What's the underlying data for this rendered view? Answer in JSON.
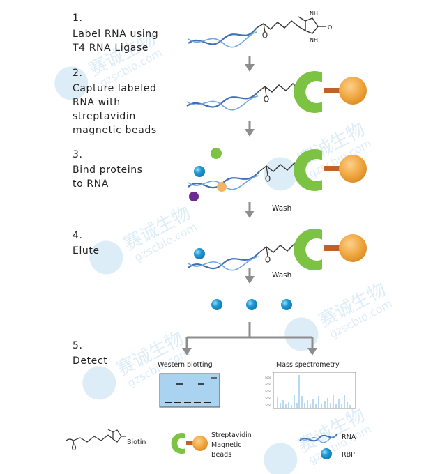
{
  "watermark": {
    "brand": "赛诚生物",
    "url": "gzscbio.com"
  },
  "steps": [
    {
      "number": "1.",
      "lines": [
        "Label RNA using",
        "T4 RNA Ligase"
      ]
    },
    {
      "number": "2.",
      "lines": [
        "Capture labeled",
        "RNA with",
        "streptavidin",
        "magnetic beads"
      ]
    },
    {
      "number": "3.",
      "lines": [
        "Bind proteins",
        "to RNA"
      ]
    },
    {
      "number": "4.",
      "lines": [
        "Elute"
      ]
    },
    {
      "number": "5.",
      "lines": [
        "Detect"
      ]
    }
  ],
  "wash_labels": [
    "Wash",
    "Wash"
  ],
  "atoms": {
    "nitrogen": "N",
    "hydrogen": "H",
    "oxygen": "O"
  },
  "detect": {
    "western": {
      "title": "Western blotting"
    },
    "mass": {
      "title": "Mass spectrometry",
      "y_ticks": [
        "5000",
        "4000",
        "3000",
        "2000",
        "1000"
      ]
    }
  },
  "legend": {
    "biotin": "Biotin",
    "streptavidin": [
      "Streptavidin",
      "Magnetic",
      "Beads"
    ],
    "rna": "RNA",
    "rbp": "RBP"
  },
  "colors": {
    "rna": "#3f6fb5",
    "bead": "#f0a640",
    "streptavidin": "#7cc243",
    "rbp": "#1d9ad6",
    "blot_bg": "#a9d3f1",
    "arrow": "#8d8d8d"
  }
}
